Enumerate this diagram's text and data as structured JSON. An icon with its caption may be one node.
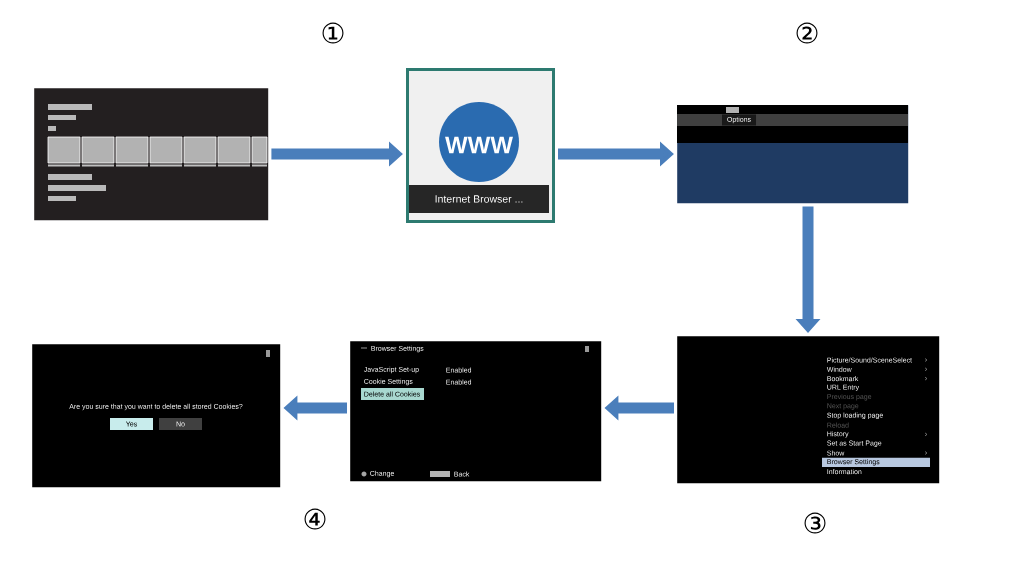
{
  "diagram": {
    "nodes": [
      {
        "text": [],
        "shape": "picture"
      },
      {
        "text": [
          "WWW",
          "Internet Browser ..."
        ]
      },
      {
        "text": [
          "Options"
        ]
      },
      {
        "text": [
          "Picture/Sound/SceneSelect",
          "Window",
          "Bookmark",
          "URL Entry",
          "Previous page",
          "Next page",
          "Stop loading page",
          "Reload",
          "History",
          "Set as Start Page",
          "Show",
          "Browser Settings",
          "Information"
        ]
      },
      {
        "text": [
          "Browser Settings",
          "JavaScript Set-up",
          "Enabled",
          "Cookie Settings",
          "Enabled",
          "Delete all Cookies",
          "Change",
          "Back"
        ]
      },
      {
        "text": [
          "Are you sure that you want to delete all stored Cookies?",
          "Yes",
          "No"
        ]
      }
    ],
    "edges": [
      {
        "from": 0,
        "to": 1,
        "arrow": "to"
      },
      {
        "from": 1,
        "to": 2,
        "arrow": "to"
      },
      {
        "from": 2,
        "to": 3,
        "arrow": "to"
      },
      {
        "from": 3,
        "to": 4,
        "arrow": "to"
      },
      {
        "from": 4,
        "to": 5,
        "arrow": "to"
      }
    ],
    "labels": [
      "①",
      "②",
      "④",
      "③"
    ]
  }
}
